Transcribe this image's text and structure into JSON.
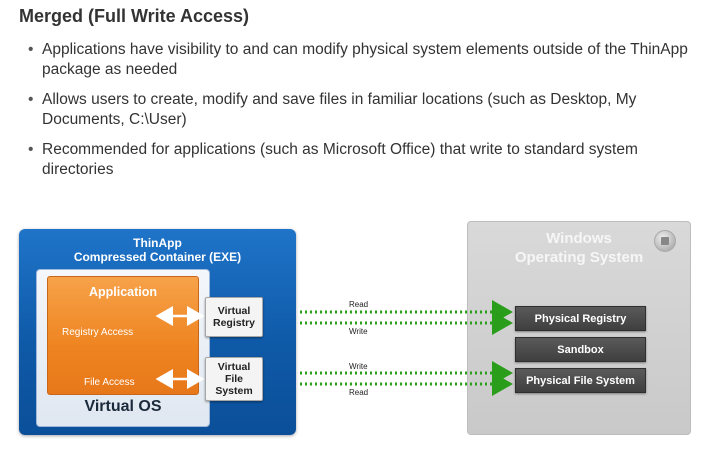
{
  "slide": {
    "title": "Merged (Full Write Access)",
    "bullets": [
      "Applications have visibility to and can modify physical system elements outside of the ThinApp package as needed",
      "Allows users to create, modify and save files in familiar locations (such as Desktop, My Documents, C:\\User)",
      "Recommended for applications (such as Microsoft Office) that write to standard system directories"
    ]
  },
  "diagram": {
    "thinapp": {
      "title_line1": "ThinApp",
      "title_line2": "Compressed Container (EXE)",
      "virtual_os": "Virtual OS",
      "application": {
        "title": "Application",
        "registry_access": "Registry Access",
        "file_access": "File Access"
      },
      "virtual_registry_line1": "Virtual",
      "virtual_registry_line2": "Registry",
      "virtual_fs_line1": "Virtual",
      "virtual_fs_line2": "File",
      "virtual_fs_line3": "System"
    },
    "windows": {
      "title_line1": "Windows",
      "title_line2": "Operating System",
      "physical_registry": "Physical Registry",
      "sandbox": "Sandbox",
      "physical_file_system": "Physical File System"
    },
    "flows": {
      "registry_read": "Read",
      "registry_write": "Write",
      "file_write": "Write",
      "file_read": "Read"
    },
    "colors": {
      "thinapp_blue": "#0f5aa8",
      "application_orange": "#ee8420",
      "windows_gray": "#cfcfcf",
      "flow_green": "#2a9d1a"
    }
  }
}
